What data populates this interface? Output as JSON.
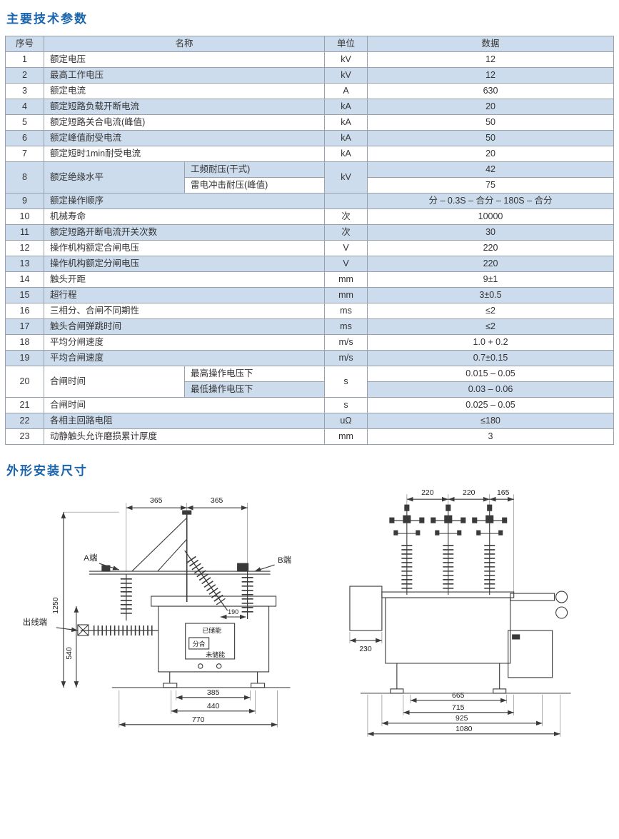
{
  "colors": {
    "heading": "#1a65ad",
    "row_alt": "#ccdcec"
  },
  "titles": {
    "params": "主要技术参数",
    "dimensions": "外形安装尺寸"
  },
  "table": {
    "headers": {
      "no": "序号",
      "name": "名称",
      "unit": "单位",
      "data": "数据"
    },
    "rows": [
      {
        "no": "1",
        "name": "额定电压",
        "unit": "kV",
        "data": "12"
      },
      {
        "no": "2",
        "name": "最高工作电压",
        "unit": "kV",
        "data": "12"
      },
      {
        "no": "3",
        "name": "额定电流",
        "unit": "A",
        "data": "630"
      },
      {
        "no": "4",
        "name": "额定短路负载开断电流",
        "unit": "kA",
        "data": "20"
      },
      {
        "no": "5",
        "name": "额定短路关合电流(峰值)",
        "unit": "kA",
        "data": "50"
      },
      {
        "no": "6",
        "name": "额定峰值耐受电流",
        "unit": "kA",
        "data": "50"
      },
      {
        "no": "7",
        "name": "额定短时1min耐受电流",
        "unit": "kA",
        "data": "20"
      },
      {
        "no": "8",
        "name": "额定绝缘水平",
        "unit": "kV",
        "sub": [
          {
            "name": "工频耐压(干式)",
            "data": "42"
          },
          {
            "name": "雷电冲击耐压(峰值)",
            "data": "75"
          }
        ]
      },
      {
        "no": "9",
        "name": "额定操作顺序",
        "unit": "",
        "data": "分 – 0.3S – 合分 – 180S – 合分"
      },
      {
        "no": "10",
        "name": "机械寿命",
        "unit": "次",
        "data": "10000"
      },
      {
        "no": "11",
        "name": "额定短路开断电流开关次数",
        "unit": "次",
        "data": "30"
      },
      {
        "no": "12",
        "name": "操作机构额定合闸电压",
        "unit": "V",
        "data": "220"
      },
      {
        "no": "13",
        "name": "操作机构额定分闸电压",
        "unit": "V",
        "data": "220"
      },
      {
        "no": "14",
        "name": "触头开距",
        "unit": "mm",
        "data": "9±1"
      },
      {
        "no": "15",
        "name": "超行程",
        "unit": "mm",
        "data": "3±0.5"
      },
      {
        "no": "16",
        "name": "三相分、合闸不同期性",
        "unit": "ms",
        "data": "≤2"
      },
      {
        "no": "17",
        "name": "触头合闸弹跳时间",
        "unit": "ms",
        "data": "≤2"
      },
      {
        "no": "18",
        "name": "平均分闸速度",
        "unit": "m/s",
        "data": "1.0 + 0.2"
      },
      {
        "no": "19",
        "name": "平均合闸速度",
        "unit": "m/s",
        "data": "0.7±0.15"
      },
      {
        "no": "20",
        "name": "合闸时间",
        "unit": "s",
        "sub": [
          {
            "name": "最高操作电压下",
            "data": "0.015 – 0.05"
          },
          {
            "name": "最低操作电压下",
            "data": "0.03 – 0.06"
          }
        ]
      },
      {
        "no": "21",
        "name": "合闸时间",
        "unit": "s",
        "data": "0.025 – 0.05"
      },
      {
        "no": "22",
        "name": "各相主回路电阻",
        "unit": "uΩ",
        "data": "≤180"
      },
      {
        "no": "23",
        "name": "动静触头允许磨损累计厚度",
        "unit": "mm",
        "data": "3"
      }
    ]
  },
  "drawing_left": {
    "dim_365a": "365",
    "dim_365b": "365",
    "dim_1250": "1250",
    "dim_540": "540",
    "dim_190": "190",
    "dim_385": "385",
    "dim_440": "440",
    "dim_770": "770",
    "label_a_end": "A端",
    "label_b_end": "B端",
    "label_outlet": "出线端",
    "label_charged": "已储能",
    "label_not_charged": "未储能",
    "label_open_close": "分合"
  },
  "drawing_right": {
    "dim_220a": "220",
    "dim_220b": "220",
    "dim_165": "165",
    "dim_230": "230",
    "dim_665": "665",
    "dim_715": "715",
    "dim_925": "925",
    "dim_1080": "1080"
  }
}
